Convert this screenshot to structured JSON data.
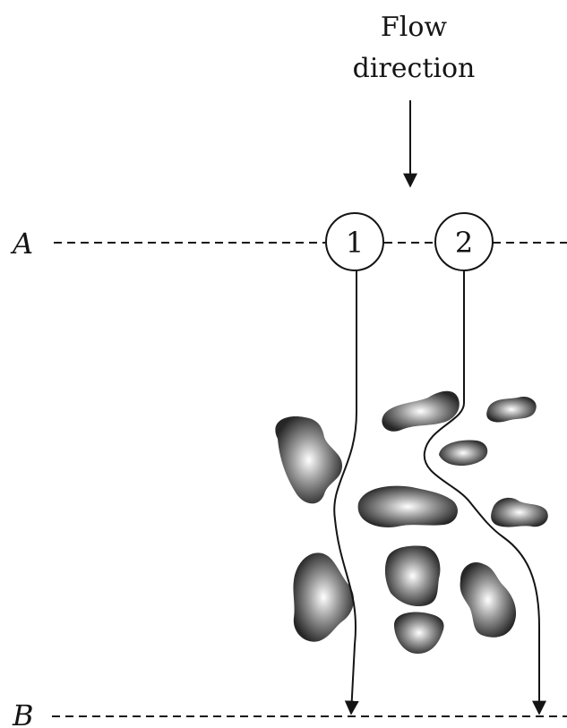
{
  "flow_label": {
    "line1": "Flow",
    "line2": "direction"
  },
  "planes": {
    "top": "A",
    "bottom": "B"
  },
  "paths": [
    {
      "label": "1"
    },
    {
      "label": "2"
    }
  ],
  "colors": {
    "ink": "#141414",
    "particle_dark": "#2a2a2a",
    "particle_light": "#ffffff"
  }
}
